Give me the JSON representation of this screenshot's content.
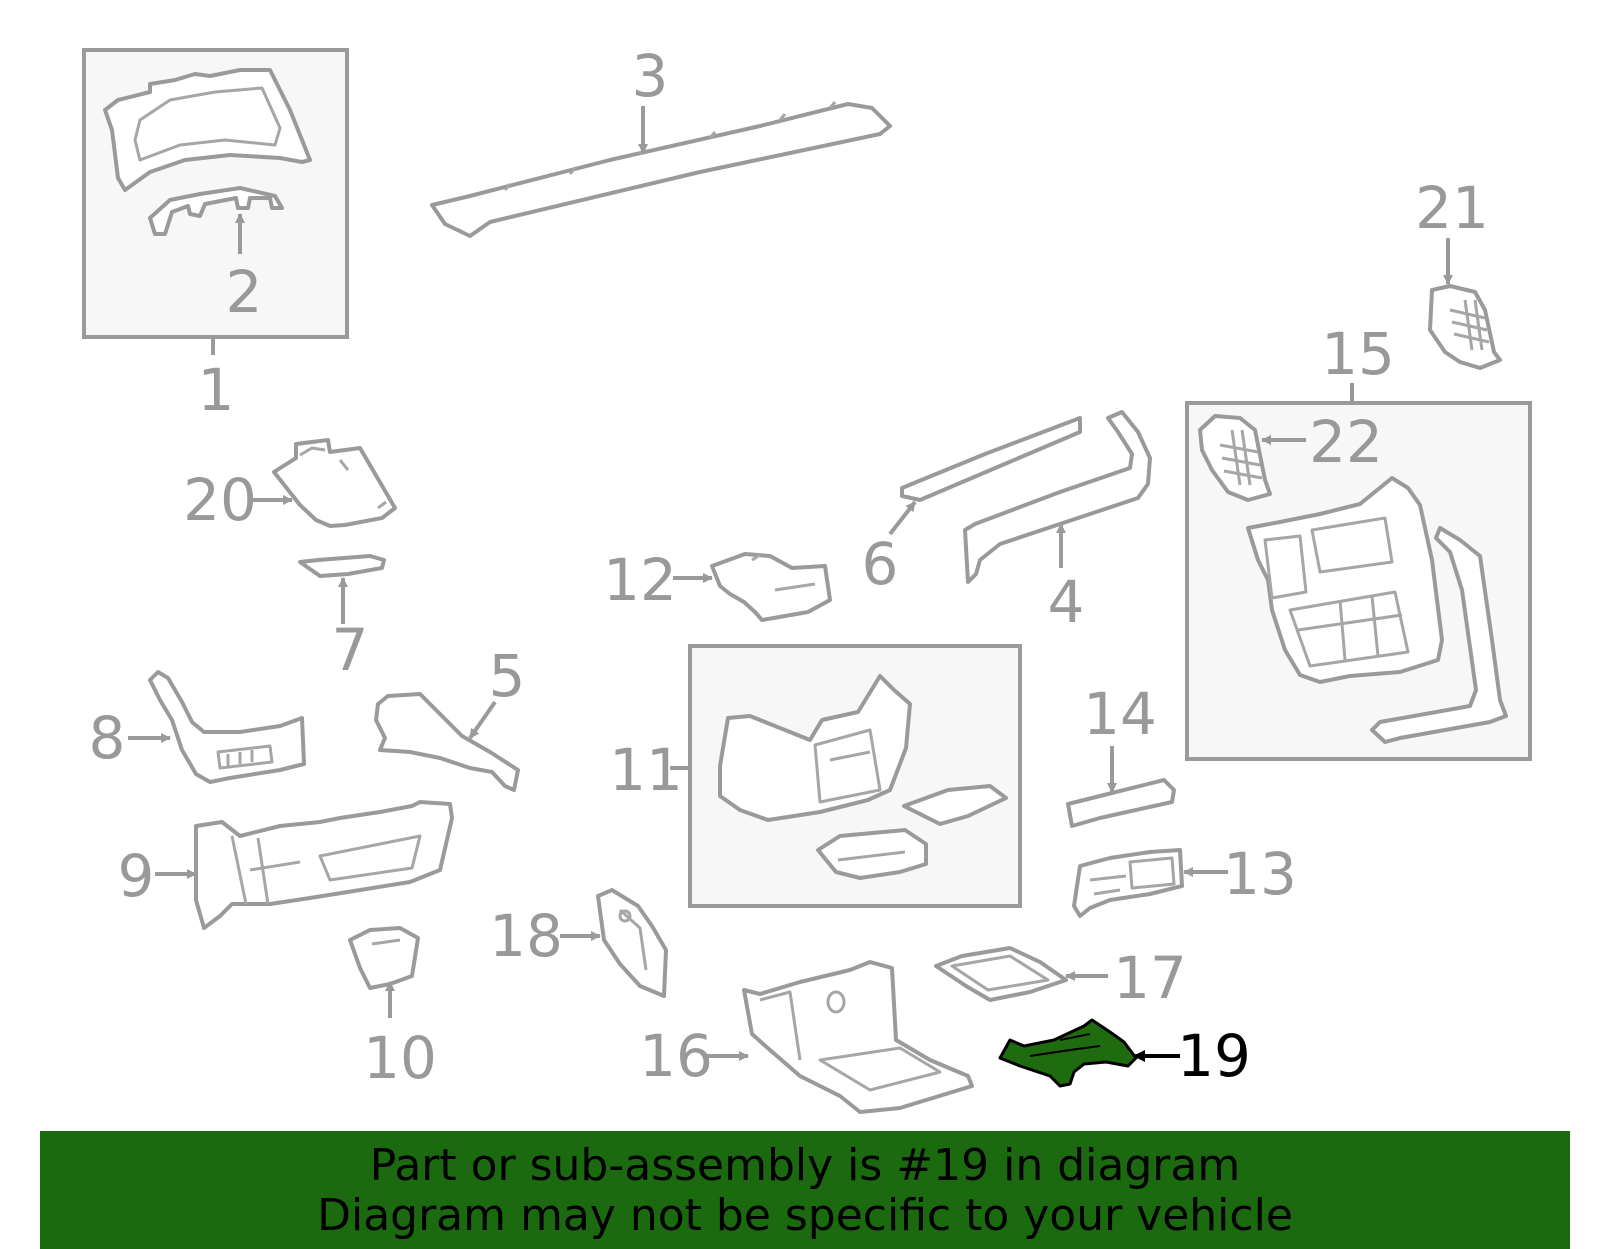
{
  "diagram": {
    "highlighted_part": "19",
    "callouts": [
      "1",
      "2",
      "3",
      "4",
      "5",
      "6",
      "7",
      "8",
      "9",
      "10",
      "11",
      "12",
      "13",
      "14",
      "15",
      "16",
      "17",
      "18",
      "19",
      "20",
      "21",
      "22"
    ]
  },
  "banner": {
    "line1": "Part or sub-assembly is #19 in diagram",
    "line2": "Diagram may not be specific to your vehicle"
  },
  "colors": {
    "banner_green": "#1b6a0f",
    "part_highlight": "#1f6b10",
    "line_gray": "#9a9a9a"
  }
}
